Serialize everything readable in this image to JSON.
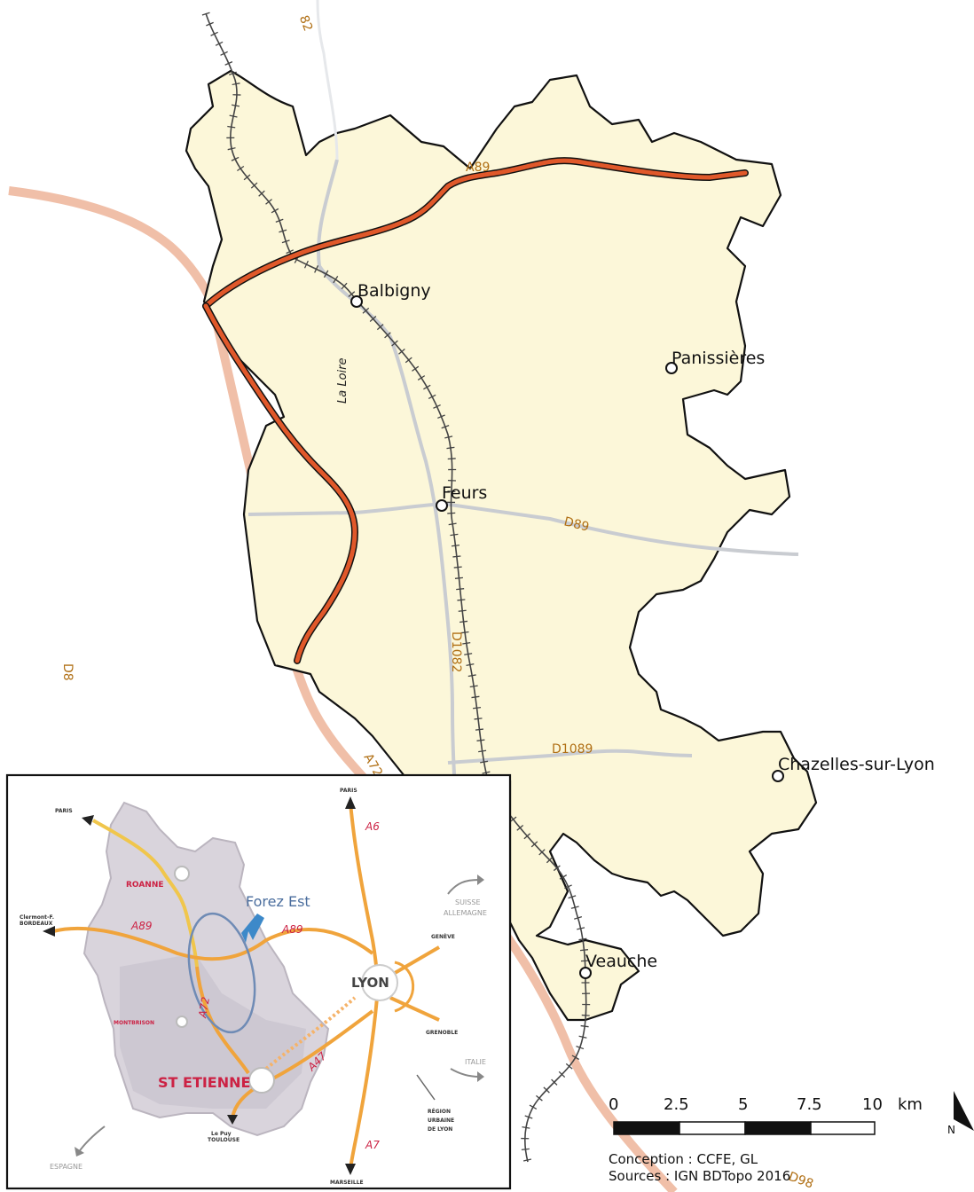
{
  "top_partial_label": "82",
  "towns": {
    "balbigny": "Balbigny",
    "panissieres": "Panissières",
    "feurs": "Feurs",
    "chazelles": "Chazelles-sur-Lyon",
    "veauche": "Veauche"
  },
  "river": "La Loire",
  "roads": {
    "a89": "A89",
    "d89": "D89",
    "d1082": "D1082",
    "d1089": "D1089",
    "d8": "D8",
    "a72_partial": "A72",
    "d98_partial": "D98"
  },
  "scale": {
    "ticks": [
      "0",
      "2.5",
      "5",
      "7.5",
      "10"
    ],
    "unit": "km"
  },
  "north_label": "N",
  "credits": {
    "conception": "Conception : CCFE, GL",
    "sources": "Sources : IGN BDTopo 2016"
  },
  "inset": {
    "forez_est": "Forez Est",
    "lyon": "LYON",
    "st_etienne": "ST ETIENNE",
    "roanne": "ROANNE",
    "montbrison": "MONTBRISON",
    "a6": "A6",
    "a7": "A7",
    "a89_west": "A89",
    "a89_east": "A89",
    "a47": "A47",
    "a72": "A72",
    "paris_n": "PARIS",
    "paris_nw": "PARIS",
    "clermont": "Clermont-F.",
    "bordeaux": "BORDEAUX",
    "geneve": "GENÈVE",
    "grenoble": "GRENOBLE",
    "marseille": "MARSEILLE",
    "le_puy": "Le Puy",
    "toulouse": "TOULOUSE",
    "suisse": "SUISSE",
    "allemagne": "ALLEMAGNE",
    "italie": "ITALIE",
    "espagne": "ESPAGNE",
    "region1": "RÉGION",
    "region2": "URBAINE",
    "region3": "DE LYON"
  },
  "colors": {
    "territory_fill": "#fcf7d9",
    "motorway": "#e0582a",
    "motorway_faded": "#f0bfa8",
    "secondary_road": "#c9ccd1",
    "railway": "#444444",
    "inset_road": "#f0a43c",
    "inset_region": "#c9c4cf",
    "forez_ellipse": "#6f8bb5",
    "road_label": "#b06f14"
  }
}
